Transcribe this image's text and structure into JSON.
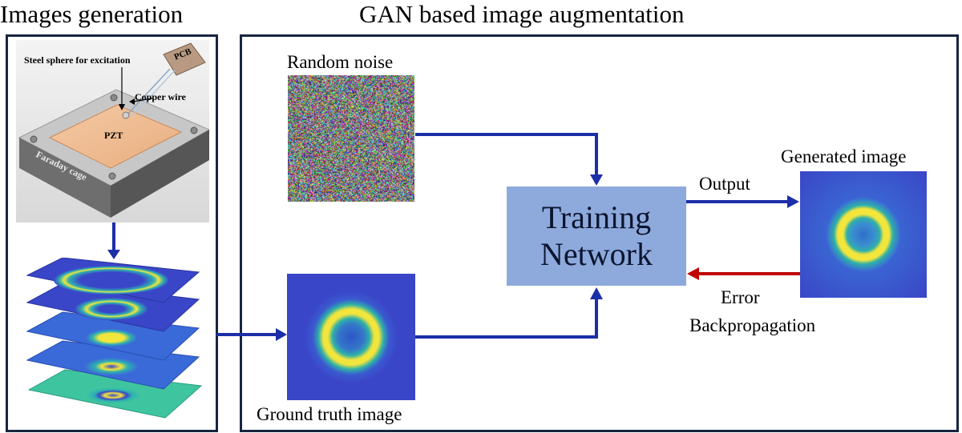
{
  "left_panel": {
    "title": "Images generation",
    "setup_labels": {
      "steel_sphere": "Steel sphere for excitation",
      "copper_wire": "Copper wire",
      "pcb": "PCB",
      "pzt": "PZT",
      "faraday_cage": "Faraday cage"
    }
  },
  "right_panel": {
    "title": "GAN based image augmentation",
    "random_noise_label": "Random noise",
    "ground_truth_label": "Ground truth image",
    "generated_label": "Generated image",
    "training_network_line1": "Training",
    "training_network_line2": "Network",
    "output_label": "Output",
    "error_line1": "Error",
    "error_line2": "Backpropagation"
  },
  "colors": {
    "panel_border": "#17253f",
    "arrow_blue": "#1c2fa8",
    "arrow_red": "#c00000",
    "training_box": "#8eaadc",
    "field_blue": "#3a46c8",
    "ring_yellow": "#f2e53c"
  }
}
